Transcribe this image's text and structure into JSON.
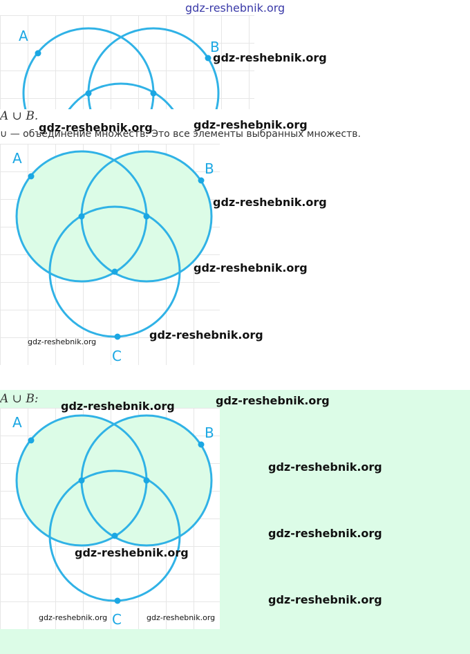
{
  "watermark_top": "gdz-reshebnik.org",
  "watermark": "gdz-reshebnik.org",
  "math": {
    "union_ab_1": "A ∪ B.",
    "union_ab_2": "A ∪ B:"
  },
  "caption": "∪ — объединение множеств. Это все элементы выбранных множеств.",
  "labels": {
    "a": "A",
    "b": "B",
    "c": "C"
  },
  "colors": {
    "circle": "#30b2e6",
    "fill": "#dcfce7",
    "grid": "#e6e6e6"
  }
}
